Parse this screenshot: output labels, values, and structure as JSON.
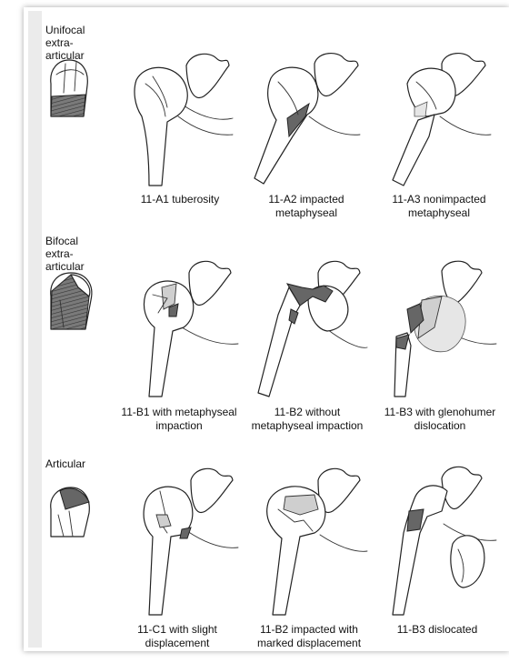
{
  "rows": [
    {
      "label": "Unifocal\nextra-\narticular",
      "captions": [
        "11-A1 tuberosity",
        "11-A2 impacted\nmetaphyseal",
        "11-A3 nonimpacted\nmetaphyseal"
      ]
    },
    {
      "label": "Bifocal\nextra-\narticular",
      "captions": [
        "11-B1 with metaphyseal\nimpaction",
        "11-B2 without\nmetaphyseal impaction",
        "11-B3 with glenohumer\ndislocation"
      ]
    },
    {
      "label": "Articular",
      "captions": [
        "11-C1 with slight\ndisplacement",
        "11-B2 impacted with\nmarked displacement",
        "11-B3 dislocated"
      ]
    }
  ]
}
